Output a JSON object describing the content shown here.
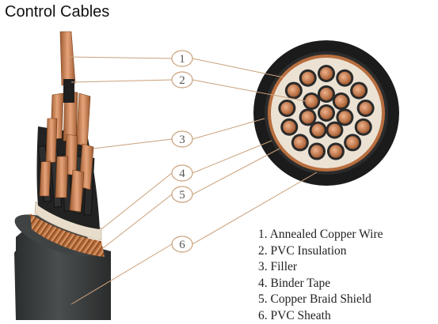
{
  "title": "Control Cables",
  "colors": {
    "copper": "#d08a5a",
    "copper_dark": "#8a4a22",
    "insulation": "#2a2a2a",
    "sheath": "#3a3d3d",
    "leader_line": "#c9a07a",
    "callout_text": "#555555"
  },
  "callouts": [
    {
      "number": "1",
      "part": "Annealed Copper Wire"
    },
    {
      "number": "2",
      "part": "PVC Insulation"
    },
    {
      "number": "3",
      "part": "Filler"
    },
    {
      "number": "4",
      "part": "Binder Tape"
    },
    {
      "number": "5",
      "part": "Copper Braid Shield"
    },
    {
      "number": "6",
      "part": "PVC Sheath"
    }
  ],
  "legend": [
    "1. Annealed Copper Wire",
    "2. PVC Insulation",
    "3. Filler",
    "4. Binder Tape",
    "5. Copper Braid Shield",
    "6. PVC Sheath"
  ]
}
